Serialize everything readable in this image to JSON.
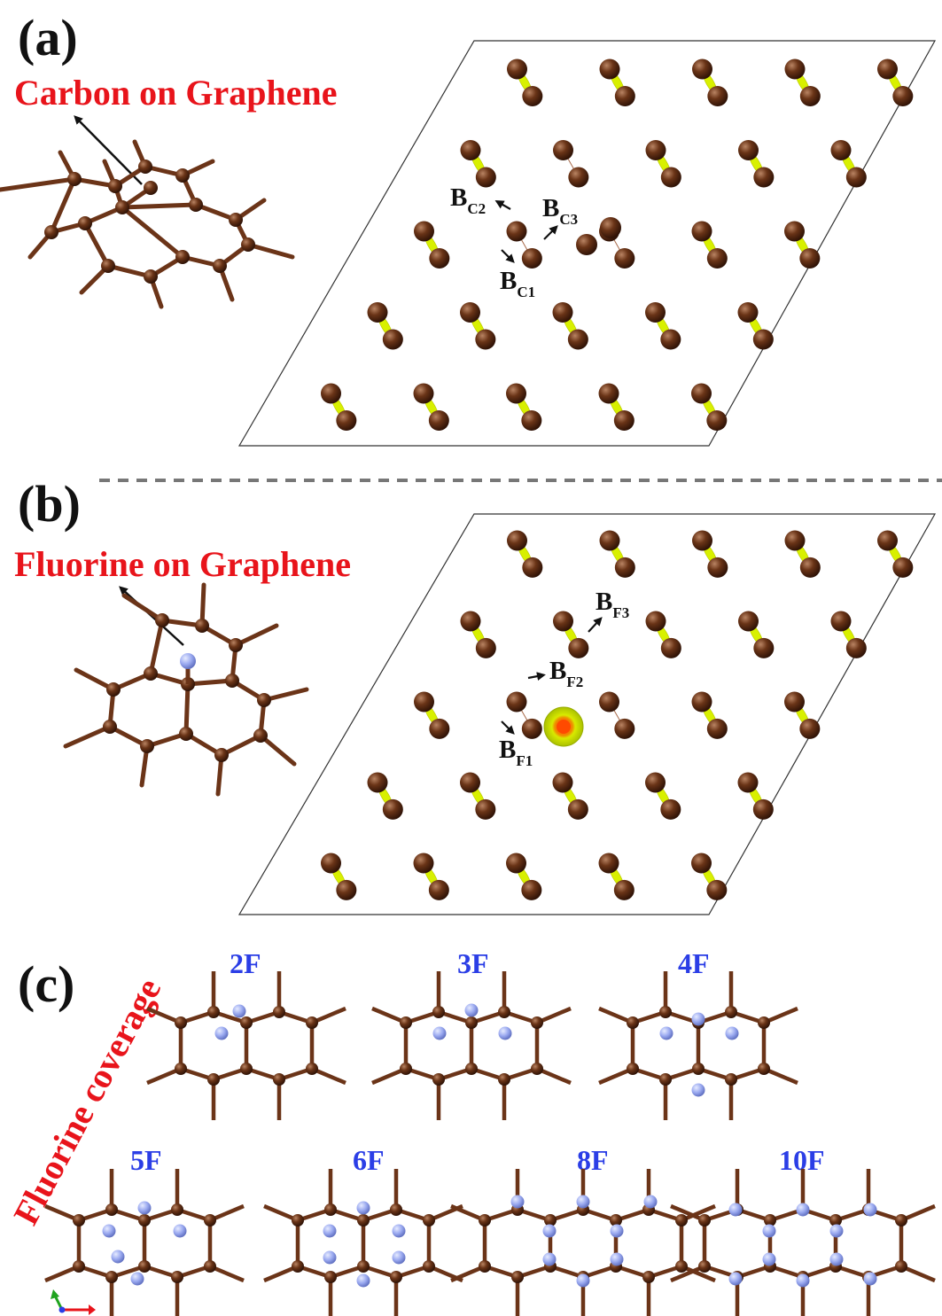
{
  "panels": {
    "a": {
      "label": "(a)",
      "title": "Carbon on Graphene"
    },
    "b": {
      "label": "(b)",
      "title": "Fluorine on Graphene"
    },
    "c": {
      "label": "(c)",
      "axis_label": "Fluorine coverage"
    }
  },
  "bond_labels": {
    "a": [
      {
        "main": "B",
        "sub": "C2"
      },
      {
        "main": "B",
        "sub": "C3"
      },
      {
        "main": "B",
        "sub": "C1"
      }
    ],
    "b": [
      {
        "main": "B",
        "sub": "F3"
      },
      {
        "main": "B",
        "sub": "F2"
      },
      {
        "main": "B",
        "sub": "F1"
      }
    ]
  },
  "coverage": {
    "top": [
      "2F",
      "3F",
      "4F"
    ],
    "bottom": [
      "5F",
      "6F",
      "8F",
      "10F"
    ]
  },
  "colors": {
    "carbon": "#5a2a10",
    "carbon_highlight": "#b07a55",
    "bond": "#6b3418",
    "charge_density": "#d8f000",
    "fluorine": "#9aa9f0",
    "fluorine_center": "#f07000",
    "title_red": "#e8141b",
    "coverage_blue": "#2b3ee6"
  }
}
